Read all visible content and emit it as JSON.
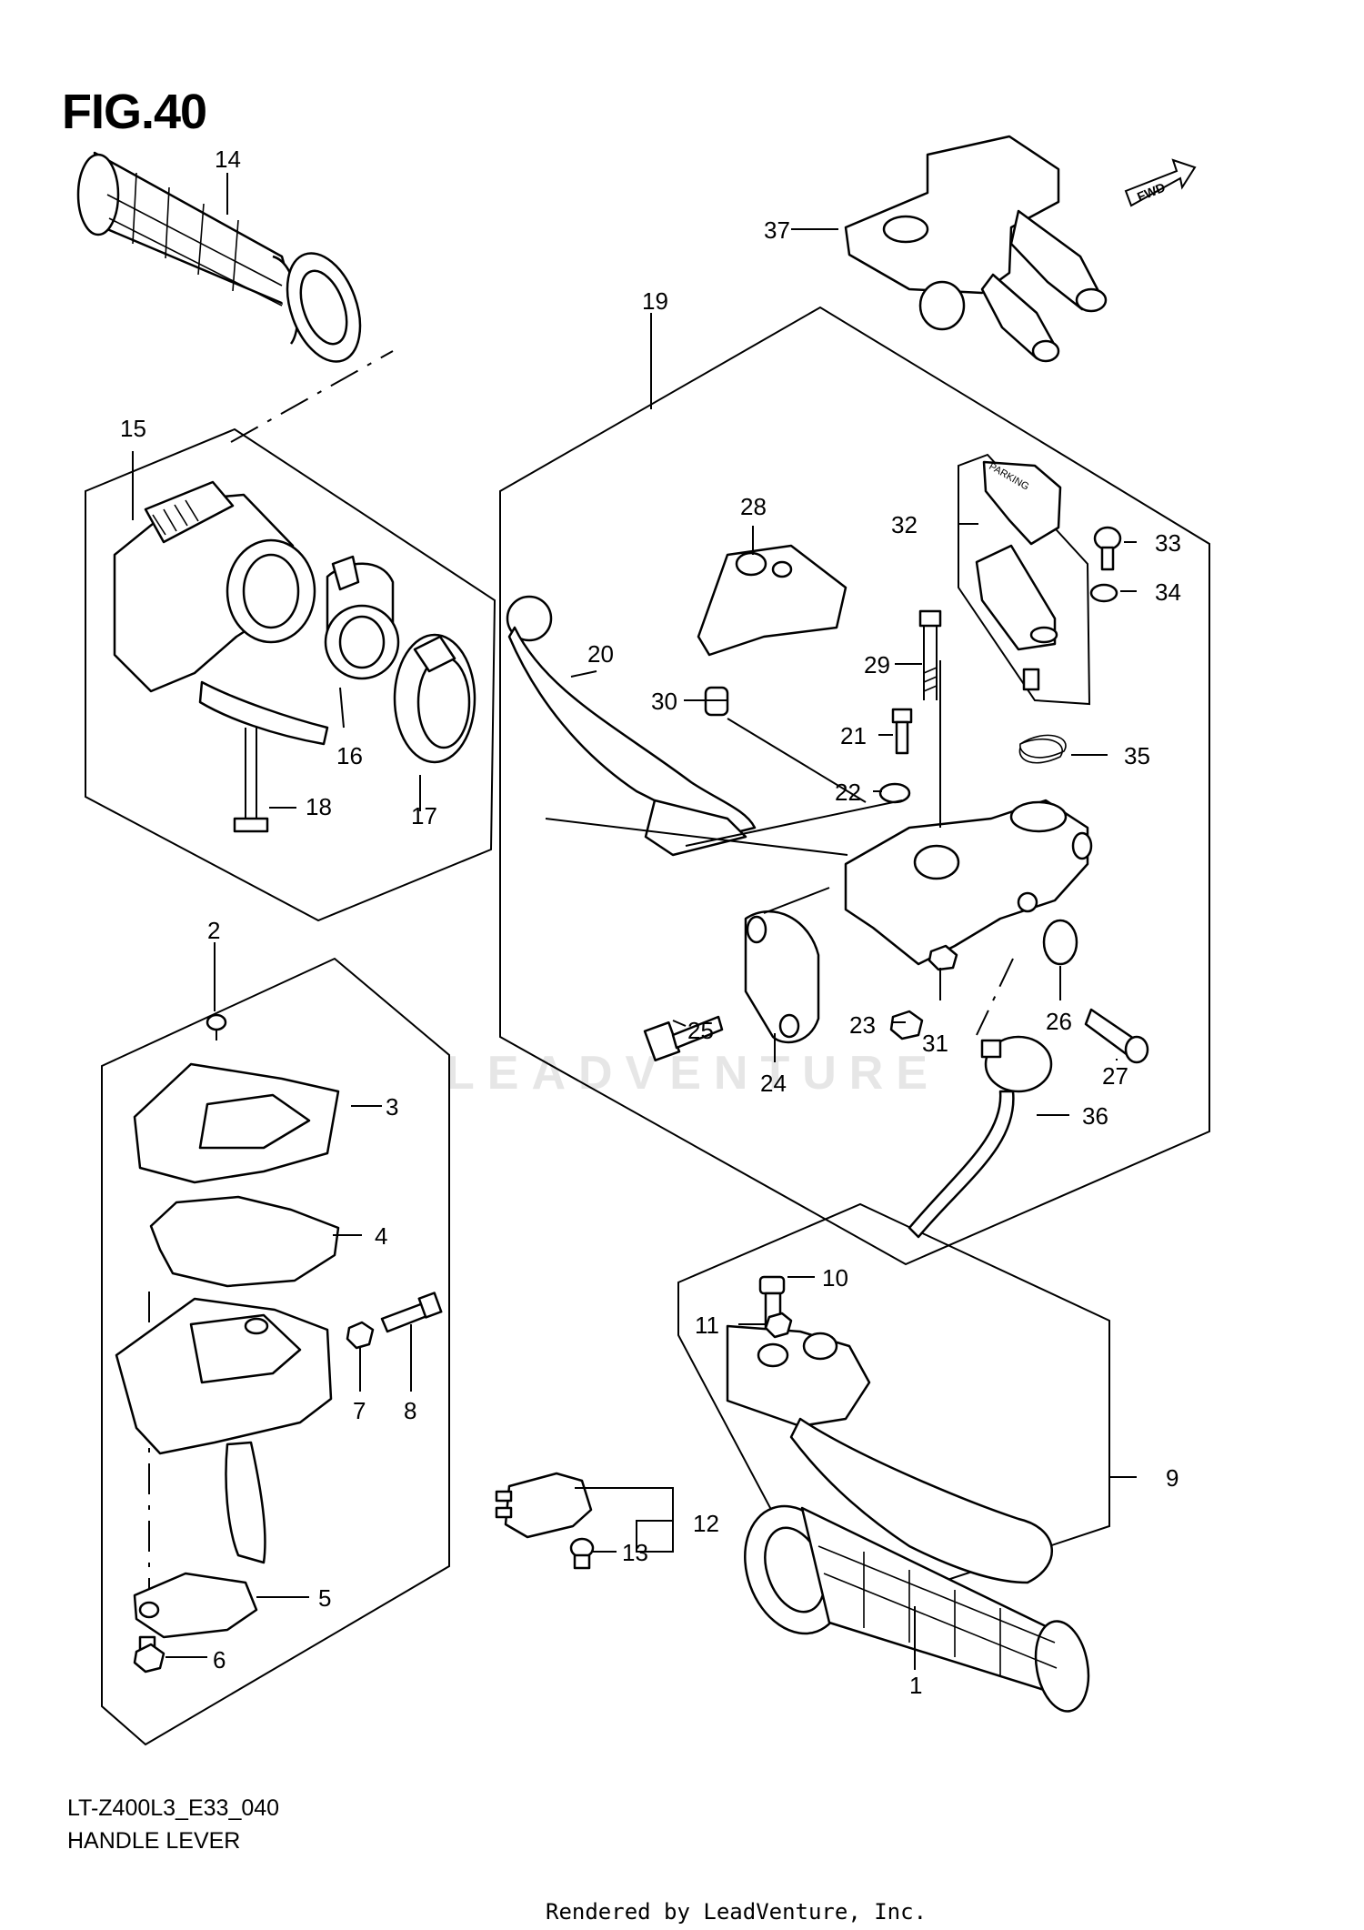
{
  "figure": {
    "title": "FIG.40",
    "code": "LT-Z400L3_E33_040",
    "name": "HANDLE LEVER"
  },
  "watermark": "LEADVENTURE",
  "credit": "Rendered by LeadVenture, Inc.",
  "fwd_badge": "FWD",
  "parking_label": "PARKING",
  "callouts": {
    "c1": "1",
    "c2": "2",
    "c3": "3",
    "c4": "4",
    "c5": "5",
    "c6": "6",
    "c7": "7",
    "c8": "8",
    "c9": "9",
    "c10": "10",
    "c11": "11",
    "c12": "12",
    "c13": "13",
    "c14": "14",
    "c15": "15",
    "c16": "16",
    "c17": "17",
    "c18": "18",
    "c19": "19",
    "c20": "20",
    "c21": "21",
    "c22": "22",
    "c23": "23",
    "c24": "24",
    "c25": "25",
    "c26": "26",
    "c27": "27",
    "c28": "28",
    "c29": "29",
    "c30": "30",
    "c31": "31",
    "c32": "32",
    "c33": "33",
    "c34": "34",
    "c35": "35",
    "c36": "36",
    "c37": "37"
  }
}
